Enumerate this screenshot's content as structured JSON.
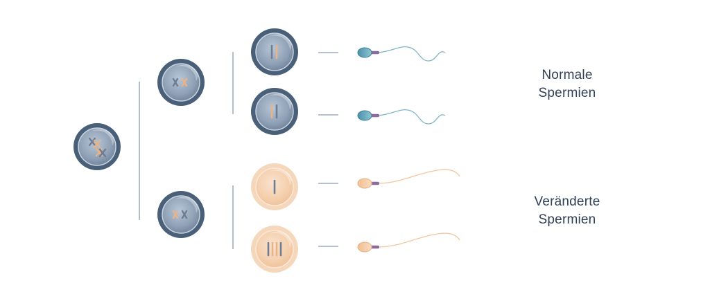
{
  "labels": {
    "normal": {
      "line1": "Normale",
      "line2": "Spermien"
    },
    "altered": {
      "line1": "Veränderte",
      "line2": "Spermien"
    }
  },
  "colors": {
    "line": "#8a9bb4",
    "cell_dark_ring": "#4a5f78",
    "cell_dark_fill": "#8ea0b6",
    "cell_light_ring": "#f5d7bb",
    "cell_light_fill": "#f3c9a4",
    "chromosome_blue": "#6f7d92",
    "chromosome_peach": "#e9b387",
    "sperm_blue_head": "#5aa2b8",
    "sperm_blue_tail": "#7fb6c8",
    "sperm_peach_head": "#f3c9a4",
    "sperm_peach_tail": "#f2c7a0",
    "midpiece": "#8d6b9f"
  }
}
